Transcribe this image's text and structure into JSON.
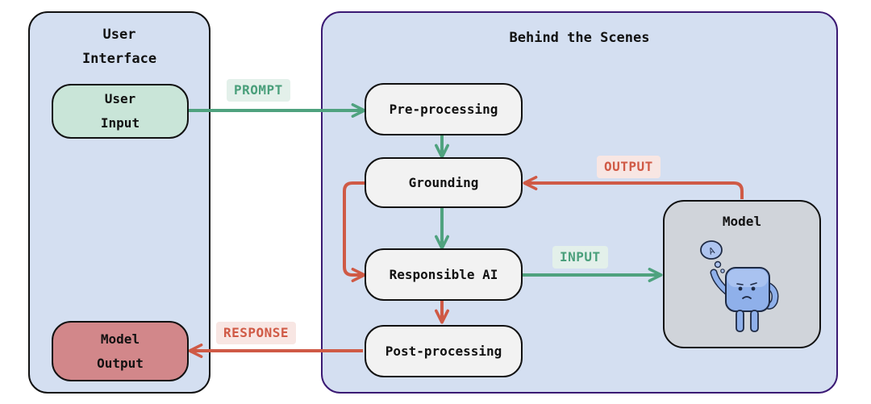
{
  "panels": {
    "user_interface": "User\nInterface",
    "behind_the_scenes": "Behind the Scenes"
  },
  "nodes": {
    "user_input": "User\nInput",
    "model_output": "Model\nOutput",
    "pre_processing": "Pre-processing",
    "grounding": "Grounding",
    "responsible_ai": "Responsible AI",
    "post_processing": "Post-processing",
    "model": "Model"
  },
  "labels": {
    "prompt": "PROMPT",
    "output": "OUTPUT",
    "input": "INPUT",
    "response": "RESPONSE"
  },
  "colors": {
    "green_arrow": "#4fa27f",
    "red_arrow": "#cf5a46",
    "panel_fill": "#d4dff1",
    "input_node": "#c9e5d8",
    "output_node": "#d2878a",
    "model_node": "#d0d4da"
  }
}
